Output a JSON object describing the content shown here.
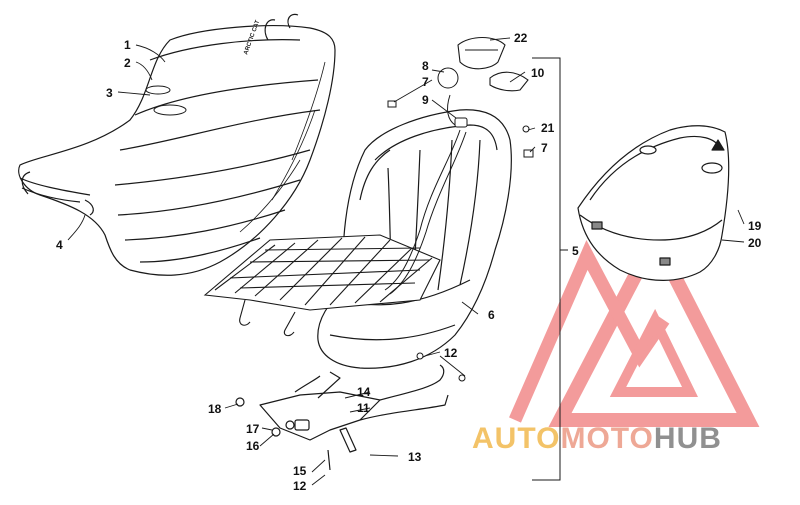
{
  "callouts": [
    {
      "id": "c1",
      "label": "1"
    },
    {
      "id": "c2",
      "label": "2"
    },
    {
      "id": "c3",
      "label": "3"
    },
    {
      "id": "c4",
      "label": "4"
    },
    {
      "id": "c5",
      "label": "5"
    },
    {
      "id": "c6",
      "label": "6"
    },
    {
      "id": "c7a",
      "label": "7"
    },
    {
      "id": "c7b",
      "label": "7"
    },
    {
      "id": "c8",
      "label": "8"
    },
    {
      "id": "c9",
      "label": "9"
    },
    {
      "id": "c10",
      "label": "10"
    },
    {
      "id": "c11",
      "label": "11"
    },
    {
      "id": "c12a",
      "label": "12"
    },
    {
      "id": "c12b",
      "label": "12"
    },
    {
      "id": "c13",
      "label": "13"
    },
    {
      "id": "c14",
      "label": "14"
    },
    {
      "id": "c15",
      "label": "15"
    },
    {
      "id": "c16",
      "label": "16"
    },
    {
      "id": "c17",
      "label": "17"
    },
    {
      "id": "c18",
      "label": "18"
    },
    {
      "id": "c19",
      "label": "19"
    },
    {
      "id": "c20",
      "label": "20"
    },
    {
      "id": "c21",
      "label": "21"
    },
    {
      "id": "c22",
      "label": "22"
    }
  ],
  "watermark": {
    "part1": "AUTO",
    "part2": "MOTO",
    "part3": "HUB",
    "colors": {
      "auto": "#f2b94e",
      "moto": "#ec9a84",
      "hub": "#7d7d7d",
      "triangle": "#f28a8a"
    }
  },
  "seat_logo": "ARCTIC CAT",
  "colors": {
    "line": "#1a1a1a",
    "paper": "#ffffff"
  }
}
